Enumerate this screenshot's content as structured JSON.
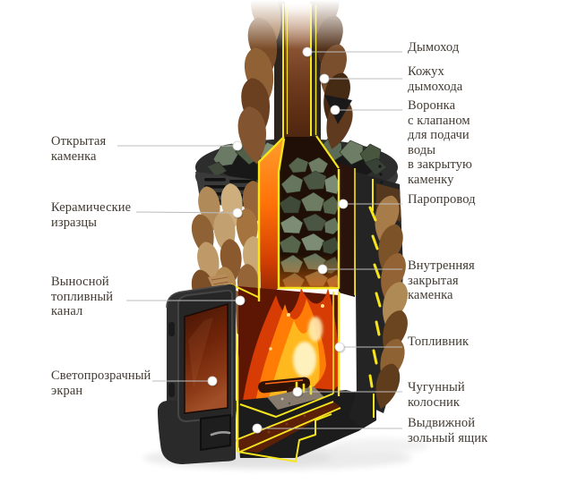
{
  "labels": {
    "left": [
      {
        "id": "open-heater",
        "text": "Открытая\nкаменка"
      },
      {
        "id": "ceramic-tiles",
        "text": "Керамические\nизразцы"
      },
      {
        "id": "fuel-channel",
        "text": "Выносной\nтопливный\nканал"
      },
      {
        "id": "glass-screen",
        "text": "Светопрозрачный\nэкран"
      }
    ],
    "right": [
      {
        "id": "chimney",
        "text": "Дымоход"
      },
      {
        "id": "chimney-casing",
        "text": "Кожух\nдымохода"
      },
      {
        "id": "water-funnel",
        "text": "Воронка\nс клапаном\nдля подачи\nводы\nв закрытую\nкаменку"
      },
      {
        "id": "steam-pipe",
        "text": "Паропровод"
      },
      {
        "id": "inner-heater",
        "text": "Внутренняя\nзакрытая\nкаменка"
      },
      {
        "id": "firebox",
        "text": "Топливник"
      },
      {
        "id": "grate",
        "text": "Чугунный\nколосник"
      },
      {
        "id": "ash-box",
        "text": "Выдвижной\nзольный ящик"
      }
    ]
  },
  "colors": {
    "background": "#ffffff",
    "label_text": "#423b33",
    "leader_line": "#bdbdbd",
    "marker": "#ffffff",
    "cut_highlight": "#f6e41c",
    "metal_dark": "#2b2b2b",
    "tile_light": "#c9a876",
    "tile_dark": "#8a5a2e",
    "stone_green": "#66755e",
    "fire_orange": "#ff7d06",
    "fire_yellow": "#ffb81e",
    "glass_maroon": "#6e2409",
    "pipe_brown": "#7a4526"
  }
}
